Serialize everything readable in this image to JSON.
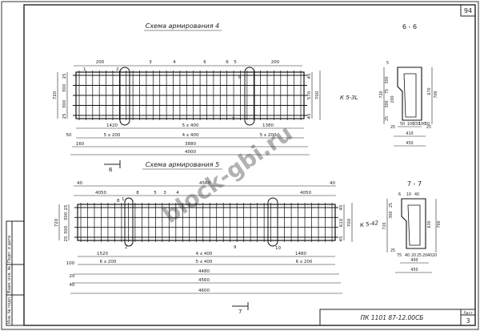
{
  "sheet": {
    "page_number": "94",
    "doc_code": "ПК 1101 87-12.00СБ",
    "sheet_label": "Лист",
    "sheet_number": "3",
    "side_stamp": [
      "Подп. и дата",
      "Взам. инв. №",
      "Инв. № подл."
    ],
    "watermark": "block-gbi.ru"
  },
  "scheme4": {
    "title": "Схема армирования 4",
    "section_title": "6 - 6",
    "cut_label_left": "6",
    "cut_label_right": "7",
    "side_note": "К 5-3L",
    "top_dims": [
      "200",
      "3",
      "4",
      "6",
      "6",
      "5",
      "200"
    ],
    "row_dims_left": [
      "25",
      "300",
      "300",
      "25"
    ],
    "left_total": "720",
    "row_dims_right": [
      "45",
      "570",
      "45"
    ],
    "right_total": "700",
    "bottom_dims": [
      "1420",
      "5 x 400",
      "1380"
    ],
    "bottom_dims2": [
      "5 x 200",
      "4 x 400",
      "5 x 200"
    ],
    "small_dims": [
      "50",
      "160",
      "3880",
      "4000"
    ],
    "marks": [
      "1",
      "2",
      "7",
      "8"
    ],
    "section_dims": [
      "5",
      "300",
      "75",
      "300",
      "25",
      "200",
      "720",
      "670",
      "700",
      "50",
      "100",
      "150",
      "100",
      "50",
      "25",
      "25",
      "410",
      "450"
    ]
  },
  "scheme5": {
    "title": "Схема армирования 5",
    "section_title": "7 - 7",
    "side_note": "К 5-42",
    "top_dims": [
      "4560",
      "40",
      "4050",
      "8",
      "5",
      "3",
      "4",
      "4050",
      "40"
    ],
    "row_dims_left": [
      "25",
      "300",
      "300",
      "25"
    ],
    "left_total": "720",
    "row_dims_right": [
      "45",
      "610",
      "45"
    ],
    "right_total": "700",
    "bottom_dims": [
      "1520",
      "4 x 400",
      "1480"
    ],
    "bottom_dims2": [
      "6 x 200",
      "5 x 400",
      "6 x 200"
    ],
    "small_dims": [
      "100",
      "20",
      "40",
      "4480",
      "4560",
      "4600"
    ],
    "marks": [
      "1",
      "2",
      "8",
      "10",
      "9"
    ],
    "section_dims": [
      "6",
      "10",
      "40",
      "300",
      "25",
      "630",
      "700",
      "720",
      "25",
      "75",
      "40",
      "20",
      "25",
      "20",
      "40",
      "20",
      "400",
      "450"
    ]
  }
}
